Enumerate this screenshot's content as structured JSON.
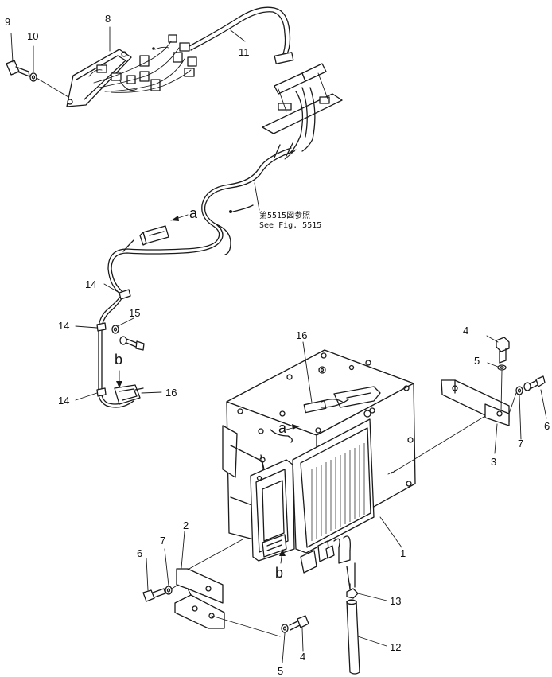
{
  "callouts": {
    "n1": "1",
    "n2": "2",
    "n3": "3",
    "n4a": "4",
    "n4b": "4",
    "n5a": "5",
    "n5b": "5",
    "n6a": "6",
    "n6b": "6",
    "n7a": "7",
    "n7b": "7",
    "n8": "8",
    "n9": "9",
    "n10": "10",
    "n11": "11",
    "n12": "12",
    "n13": "13",
    "n14a": "14",
    "n14b": "14",
    "n14c": "14",
    "n15": "15",
    "n16a": "16",
    "n16b": "16"
  },
  "connection_labels": {
    "a_top": "a",
    "a_box": "a",
    "b_left": "b",
    "b_box": "b"
  },
  "reference_note": {
    "line1": "第5515図参照",
    "line2": "See Fig. 5515"
  }
}
